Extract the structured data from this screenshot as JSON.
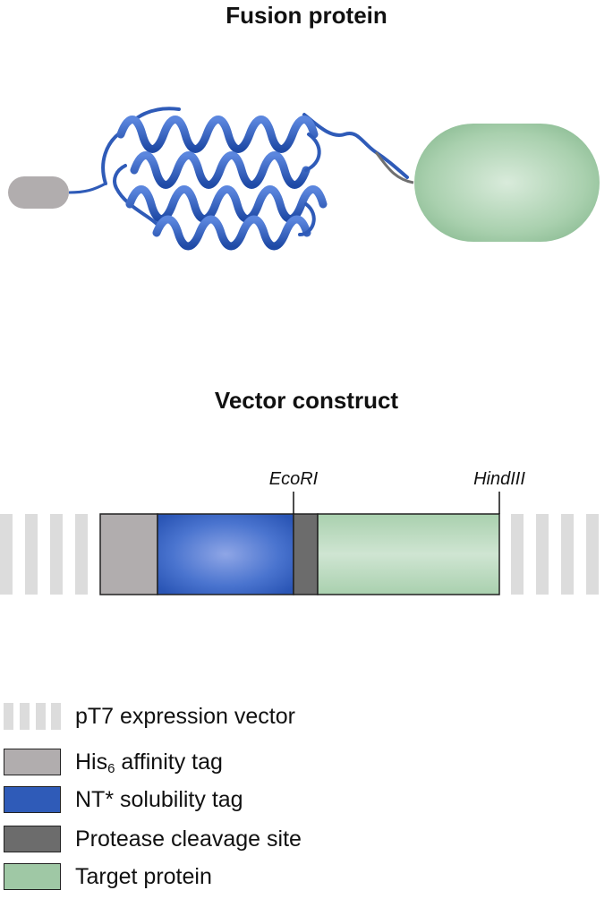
{
  "titles": {
    "fusion": "Fusion protein",
    "vector": "Vector construct"
  },
  "sites": {
    "ecori": "EcoRI",
    "hindiii": "HindIII"
  },
  "legend": {
    "vector": "pT7 expression vector",
    "his_prefix": "His",
    "his_sub": "6",
    "his_suffix": " affinity tag",
    "nt": "NT* solubility tag",
    "protease": "Protease cleavage site",
    "target": "Target protein"
  },
  "colors": {
    "vector_stripe": "#dcdcdc",
    "his_tag": "#b1adae",
    "nt_tag": "#2f5bb8",
    "protease_site": "#6c6c6c",
    "target_protein": "#9fc8a5",
    "linker": "#707070"
  },
  "icons": {
    "nt_structure": "alpha-helical-protein-ribbon-icon"
  }
}
